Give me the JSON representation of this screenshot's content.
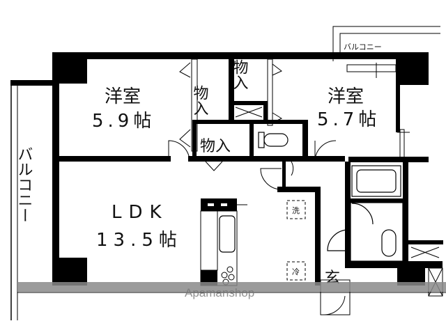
{
  "rooms": {
    "western_left": {
      "name": "洋室",
      "size": "5.9帖"
    },
    "western_right": {
      "name": "洋室",
      "size": "5.7帖"
    },
    "ldk": {
      "name": "LDK",
      "size": "13.5帖"
    }
  },
  "storage": {
    "label_top_a": "物入",
    "label_top_b": "物入",
    "label_center": "物入"
  },
  "balcony": {
    "left": "バルコニー",
    "top_right": "バルコニー"
  },
  "fixtures": {
    "washer": "洗",
    "fridge": "冷",
    "entrance": "玄"
  },
  "watermark": "Apamanshop"
}
